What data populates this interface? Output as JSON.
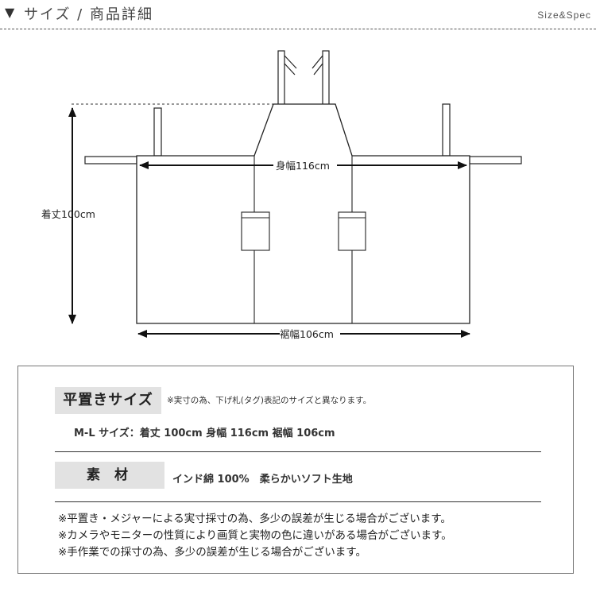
{
  "header": {
    "triangle": "▼",
    "title": "サイズ / 商品詳細",
    "subtitle": "Size&Spec"
  },
  "diagram": {
    "width_label": "身幅116cm",
    "length_label": "着丈100cm",
    "hem_label": "裾幅106cm"
  },
  "spec": {
    "flat_tag": "平置きサイズ",
    "flat_note": "※実寸の為、下げ札(タグ)表記のサイズと異なります。",
    "size_line": "M-L サイズ：着丈 100cm 身幅 116cm 裾幅 106cm",
    "material_tag": "素 材",
    "material_text": "インド綿 100%　柔らかいソフト生地",
    "notes": [
      "※平置き・メジャーによる実寸採寸の為、多少の誤差が生じる場合がございます。",
      "※カメラやモニターの性質により画質と実物の色に違いがある場合がございます。",
      "※手作業での採寸の為、多少の誤差が生じる場合がございます。"
    ]
  },
  "colors": {
    "line": "#222222",
    "tag_bg": "#e2e2e2"
  }
}
